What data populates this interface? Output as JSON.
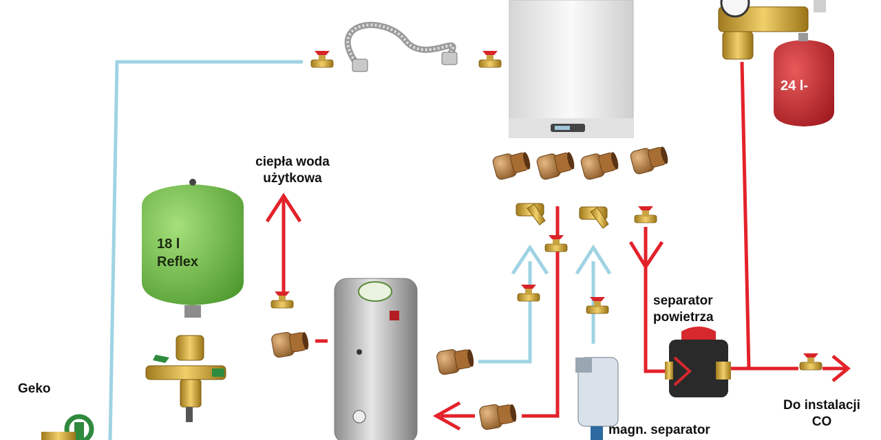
{
  "colors": {
    "hot_pipe": "#e3222a",
    "cold_pipe": "#9fd3e3",
    "brass": "#b07a3c",
    "valve_handle": "#d9232a",
    "boiler_body": "#f1f1f1",
    "cylinder_body": "#b9b9b9",
    "expansion_green": "#6fc04a",
    "expansion_red": "#c8232a"
  },
  "labels": {
    "hot_water": [
      "ciepła woda",
      "użytkowa"
    ],
    "air_separator": [
      "separator",
      "powietrza"
    ],
    "to_installation": [
      "Do instalacji",
      "CO"
    ],
    "magnetic_separator": "magn. separator",
    "geko": "Geko"
  },
  "tanks": {
    "green": [
      "18 l",
      "Reflex"
    ],
    "red": "24 l-"
  },
  "icons": {
    "boiler": "wall-boiler-icon",
    "cylinder": "hot-water-cylinder-icon",
    "ball_valve": "ball-valve-icon",
    "fitting": "brass-fitting-icon",
    "strainer": "y-strainer-icon",
    "flex_hose": "braided-hose-icon"
  }
}
